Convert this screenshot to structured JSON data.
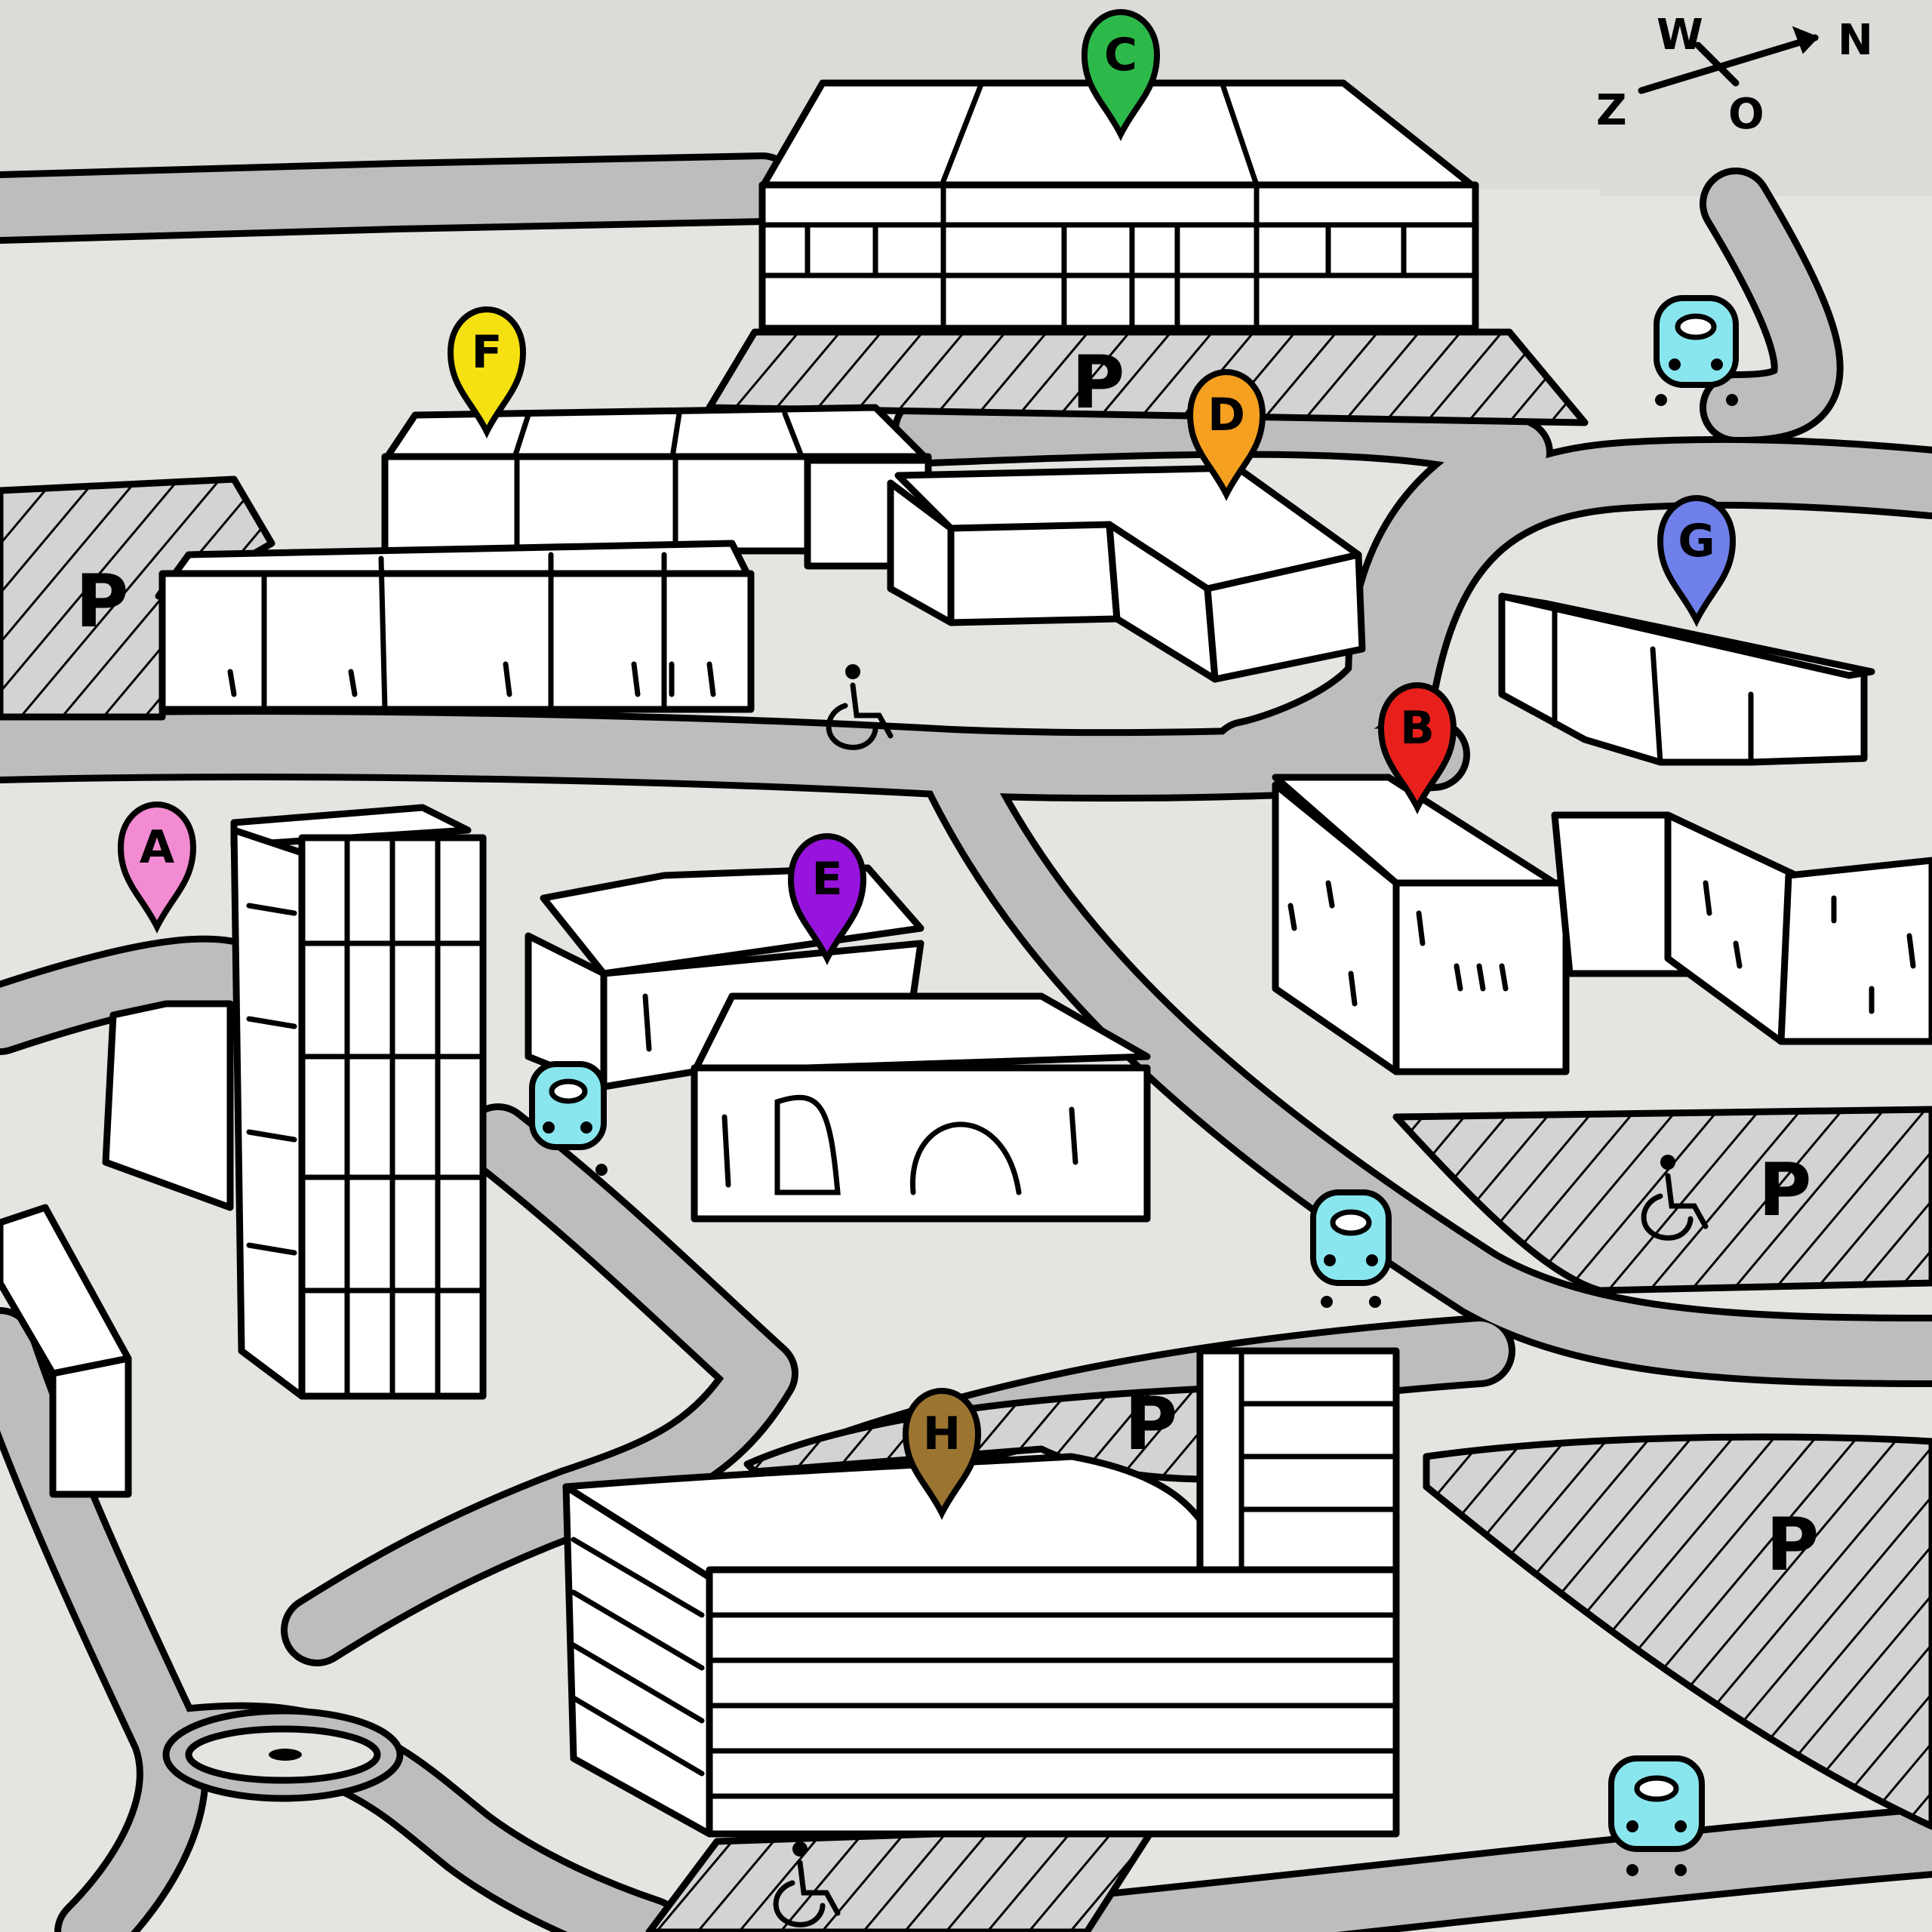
{
  "map": {
    "background_color": "#e6e4e1",
    "top_band_color": "#dcdbd8",
    "road_fill_color": "#bdbdbd",
    "lot_fill_color": "#d3d3d3",
    "building_color": "#ffffff",
    "bus_color": "#89e6ee"
  },
  "compass": {
    "north": "N",
    "west": "W",
    "south": "Z",
    "east": "O",
    "icon": "compass-arrow-icon"
  },
  "markers": [
    {
      "letter": "A",
      "color": "#f28bd2"
    },
    {
      "letter": "B",
      "color": "#e8201c"
    },
    {
      "letter": "C",
      "color": "#2db94a"
    },
    {
      "letter": "D",
      "color": "#f5a020"
    },
    {
      "letter": "E",
      "color": "#9614dc"
    },
    {
      "letter": "F",
      "color": "#f5e012"
    },
    {
      "letter": "G",
      "color": "#6f80ea"
    },
    {
      "letter": "H",
      "color": "#9b7430"
    }
  ],
  "parking": {
    "label": "P",
    "lots": [
      "parking-lot-top",
      "parking-lot-left",
      "parking-lot-right",
      "parking-lot-center",
      "parking-lot-bottom-right",
      "parking-lot-bottom"
    ]
  },
  "icons": {
    "wheelchair": "wheelchair-icon",
    "bus": "bus-stop-icon",
    "roundabout": "roundabout-icon"
  }
}
